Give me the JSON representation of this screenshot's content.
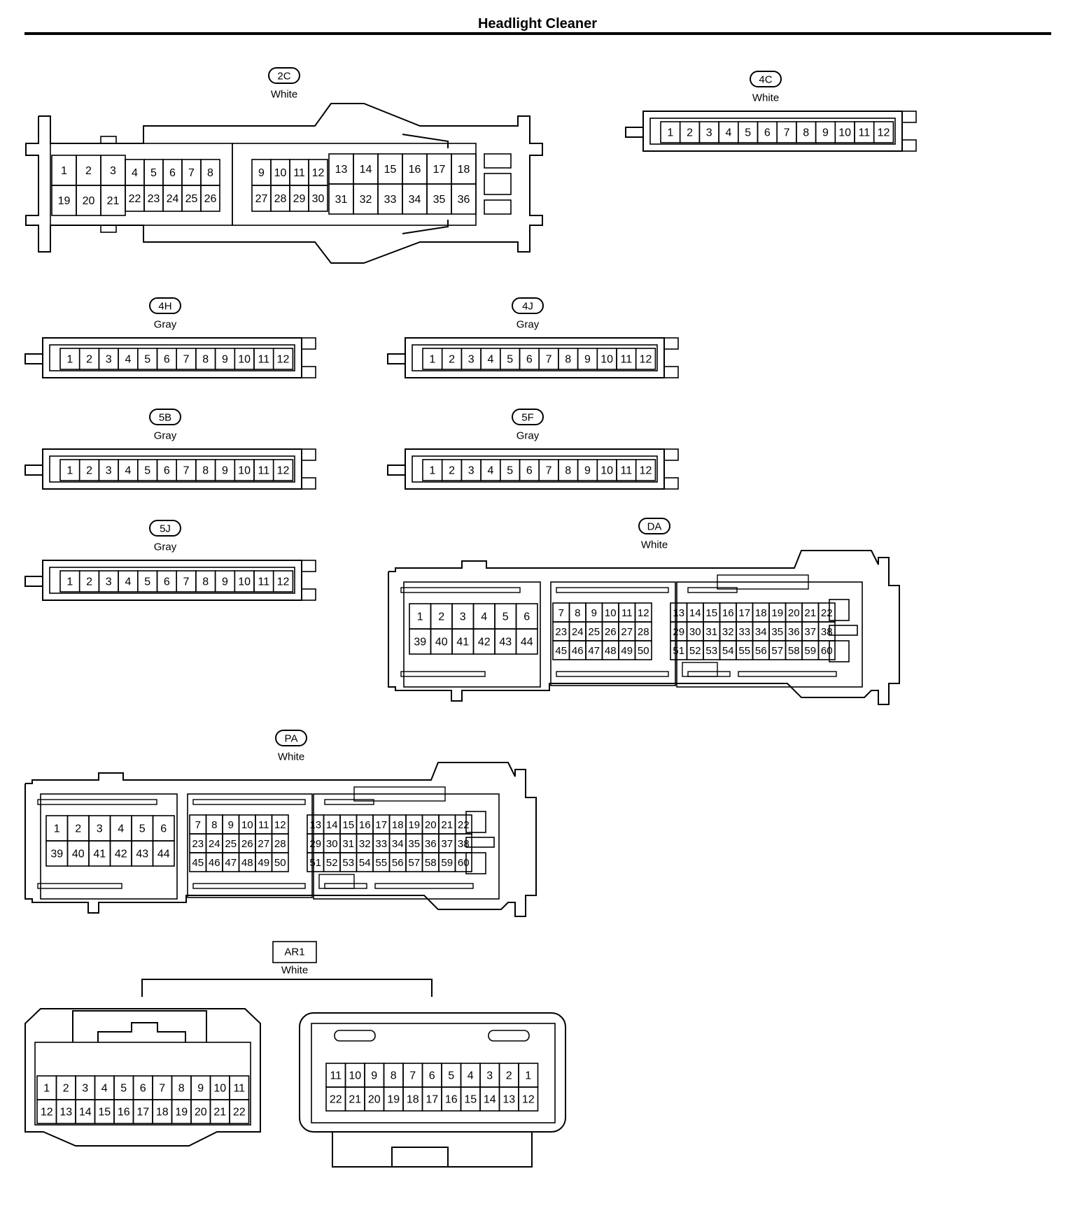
{
  "page_title": "Headlight Cleaner",
  "connectors": [
    {
      "id": "2C",
      "color": "White",
      "groups": [
        {
          "pins": [
            [
              1,
              2,
              3
            ],
            [
              19,
              20,
              21
            ]
          ]
        },
        {
          "pins": [
            [
              4,
              5,
              6,
              7,
              8
            ],
            [
              22,
              23,
              24,
              25,
              26
            ]
          ]
        },
        {
          "pins": [
            [
              9,
              10,
              11,
              12
            ],
            [
              27,
              28,
              29,
              30
            ]
          ]
        },
        {
          "pins": [
            [
              13,
              14,
              15,
              16,
              17,
              18
            ],
            [
              31,
              32,
              33,
              34,
              35,
              36
            ]
          ]
        }
      ]
    },
    {
      "id": "4C",
      "color": "White",
      "pins": [
        1,
        2,
        3,
        4,
        5,
        6,
        7,
        8,
        9,
        10,
        11,
        12
      ]
    },
    {
      "id": "4H",
      "color": "Gray",
      "pins": [
        1,
        2,
        3,
        4,
        5,
        6,
        7,
        8,
        9,
        10,
        11,
        12
      ]
    },
    {
      "id": "4J",
      "color": "Gray",
      "pins": [
        1,
        2,
        3,
        4,
        5,
        6,
        7,
        8,
        9,
        10,
        11,
        12
      ]
    },
    {
      "id": "5B",
      "color": "Gray",
      "pins": [
        1,
        2,
        3,
        4,
        5,
        6,
        7,
        8,
        9,
        10,
        11,
        12
      ]
    },
    {
      "id": "5F",
      "color": "Gray",
      "pins": [
        1,
        2,
        3,
        4,
        5,
        6,
        7,
        8,
        9,
        10,
        11,
        12
      ]
    },
    {
      "id": "5J",
      "color": "Gray",
      "pins": [
        1,
        2,
        3,
        4,
        5,
        6,
        7,
        8,
        9,
        10,
        11,
        12
      ]
    },
    {
      "id": "DA",
      "color": "White",
      "groups": [
        {
          "pins": [
            [
              1,
              2,
              3,
              4,
              5,
              6
            ],
            [
              39,
              40,
              41,
              42,
              43,
              44
            ]
          ]
        },
        {
          "pins": [
            [
              7,
              8,
              9,
              10,
              11,
              12
            ],
            [
              23,
              24,
              25,
              26,
              27,
              28
            ],
            [
              45,
              46,
              47,
              48,
              49,
              50
            ]
          ]
        },
        {
          "pins": [
            [
              13,
              14,
              15,
              16,
              17,
              18,
              19,
              20,
              21,
              22
            ],
            [
              29,
              30,
              31,
              32,
              33,
              34,
              35,
              36,
              37,
              38
            ],
            [
              51,
              52,
              53,
              54,
              55,
              56,
              57,
              58,
              59,
              60
            ]
          ]
        }
      ]
    },
    {
      "id": "PA",
      "color": "White",
      "groups": [
        {
          "pins": [
            [
              1,
              2,
              3,
              4,
              5,
              6
            ],
            [
              39,
              40,
              41,
              42,
              43,
              44
            ]
          ]
        },
        {
          "pins": [
            [
              7,
              8,
              9,
              10,
              11,
              12
            ],
            [
              23,
              24,
              25,
              26,
              27,
              28
            ],
            [
              45,
              46,
              47,
              48,
              49,
              50
            ]
          ]
        },
        {
          "pins": [
            [
              13,
              14,
              15,
              16,
              17,
              18,
              19,
              20,
              21,
              22
            ],
            [
              29,
              30,
              31,
              32,
              33,
              34,
              35,
              36,
              37,
              38
            ],
            [
              51,
              52,
              53,
              54,
              55,
              56,
              57,
              58,
              59,
              60
            ]
          ]
        }
      ]
    },
    {
      "id": "AR1",
      "color": "White",
      "halves": [
        {
          "pins": [
            [
              1,
              2,
              3,
              4,
              5,
              6,
              7,
              8,
              9,
              10,
              11
            ],
            [
              12,
              13,
              14,
              15,
              16,
              17,
              18,
              19,
              20,
              21,
              22
            ]
          ]
        },
        {
          "pins": [
            [
              11,
              10,
              9,
              8,
              7,
              6,
              5,
              4,
              3,
              2,
              1
            ],
            [
              22,
              21,
              20,
              19,
              18,
              17,
              16,
              15,
              14,
              13,
              12
            ]
          ]
        }
      ]
    }
  ]
}
